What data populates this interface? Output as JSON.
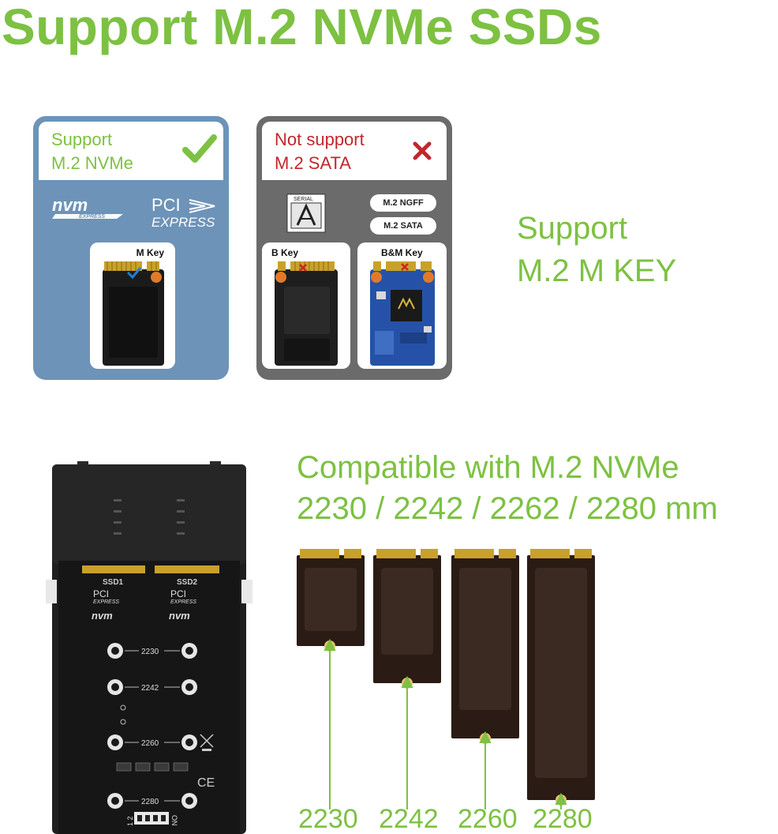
{
  "headline": "Support M.2 NVMe SSDs",
  "nvme_panel": {
    "line1": "Support",
    "line2": "M.2 NVMe",
    "logo_nvm": "nvm",
    "logo_nvm_sub": "EXPRESS",
    "logo_pci": "PCI",
    "logo_pci_sub": "EXPRESS",
    "card_label": "M Key",
    "accent_color": "#7dc142",
    "panel_color": "#6d93b8"
  },
  "sata_panel": {
    "line1": "Not support",
    "line2": "M.2 SATA",
    "sata_logo_top": "SERIAL",
    "pill_1": "M.2 NGFF",
    "pill_2": "M.2 SATA",
    "card_b_label": "B Key",
    "card_bm_label": "B&M Key",
    "accent_color": "#c0272d",
    "panel_color": "#6b6b6b"
  },
  "mkey": {
    "line1": "Support",
    "line2": "M.2 M KEY"
  },
  "compat": {
    "line1": "Compatible with M.2 NVMe",
    "line2": "2230 / 2242 / 2262 / 2280 mm"
  },
  "enclosure": {
    "slot_1": "SSD1",
    "slot_2": "SSD2",
    "pci": "PCI",
    "pci_sub": "EXPRESS",
    "nvm": "nvm",
    "mount_1": "2230",
    "mount_2": "2242",
    "mount_3": "2260",
    "mount_4": "2280",
    "switch_on": "ON",
    "switch_nums": "1 2",
    "ce_mark": "CE"
  },
  "sizes": [
    "2230",
    "2242",
    "2260",
    "2280"
  ]
}
